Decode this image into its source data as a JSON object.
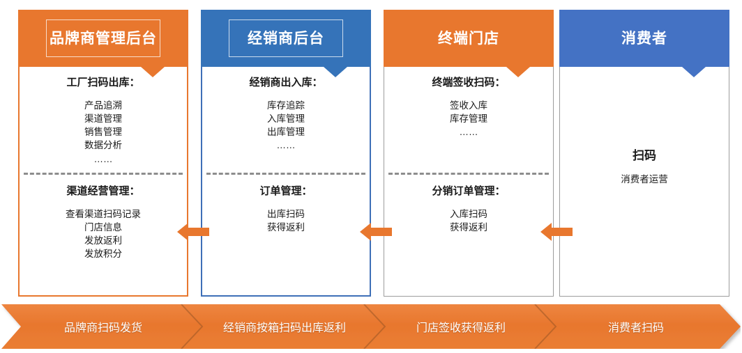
{
  "diagram": {
    "columns": [
      {
        "id": "brand-admin",
        "header": "品牌商管理后台",
        "header_color": "#E8772E",
        "header_boxed": true,
        "body_border_color": "#E8772E",
        "has_divider": true,
        "sections": [
          {
            "title": "工厂扫码出库：",
            "items": [
              "产品追溯",
              "渠道管理",
              "销售管理",
              "数据分析",
              "……"
            ]
          },
          {
            "title": "渠道经营管理：",
            "items": [
              "查看渠道扫码记录",
              "门店信息",
              "发放返利",
              "发放积分"
            ]
          }
        ]
      },
      {
        "id": "distributor-backend",
        "header": "经销商后台",
        "header_color": "#3573B9",
        "header_boxed": true,
        "body_border_color": "#3E6FB7",
        "has_divider": true,
        "sections": [
          {
            "title": "经销商出入库：",
            "items": [
              "库存追踪",
              "入库管理",
              "出库管理",
              "……"
            ]
          },
          {
            "title": "订单管理：",
            "items": [
              "出库扫码",
              "获得返利"
            ]
          }
        ]
      },
      {
        "id": "terminal-store",
        "header": "终端门店",
        "header_color": "#E8772E",
        "header_boxed": false,
        "body_border_color": "#9C9C9C",
        "has_divider": true,
        "sections": [
          {
            "title": "终端签收扫码：",
            "items": [
              "签收入库",
              "库存管理",
              "……"
            ]
          },
          {
            "title": "分销订单管理：",
            "items": [
              "入库扫码",
              "获得返利"
            ]
          }
        ]
      },
      {
        "id": "consumer",
        "header": "消费者",
        "header_color": "#4472C4",
        "header_boxed": false,
        "body_border_color": "#9C9C9C",
        "has_divider": false,
        "main_label": "扫码",
        "sub_label": "消费者运营"
      }
    ],
    "back_arrows": [
      {
        "id": "arrow-distributor-to-brand",
        "color": "#E8772E"
      },
      {
        "id": "arrow-store-to-distributor",
        "color": "#E8772E"
      },
      {
        "id": "arrow-consumer-to-store",
        "color": "#E8772E"
      }
    ],
    "banner": {
      "color": "#E8772E",
      "steps": [
        "品牌商扫码发货",
        "经销商按箱扫码出库返利",
        "门店签收获得返利",
        "消费者扫码"
      ]
    }
  }
}
